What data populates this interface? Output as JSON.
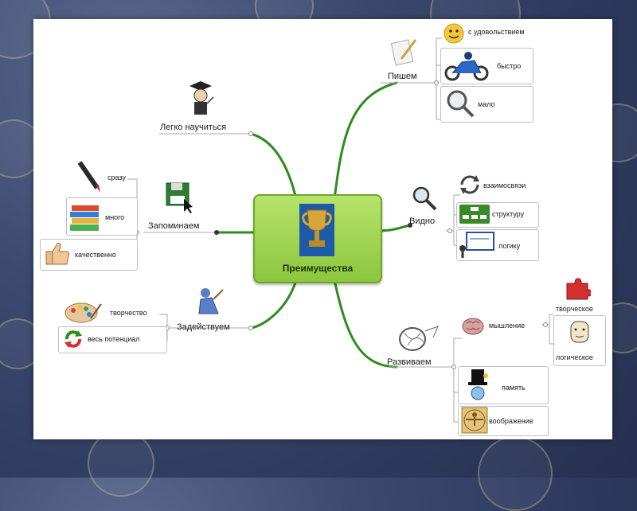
{
  "center": {
    "title": "Преимущества"
  },
  "branches": {
    "pishem": {
      "label": "Пишем",
      "items": [
        "с удовольствием",
        "быстро",
        "мало"
      ]
    },
    "vidno": {
      "label": "Видно",
      "items": [
        "взаимосвязи",
        "структуру",
        "логику"
      ]
    },
    "razvivaem": {
      "label": "Развиваем",
      "items": [
        "мышление",
        "память",
        "воображение"
      ],
      "sub": [
        "творческое",
        "логическое"
      ]
    },
    "zadeystvuem": {
      "label": "Задействуем",
      "items": [
        "творчество",
        "весь потенциал"
      ]
    },
    "zapominaem": {
      "label": "Запоминаем",
      "items": [
        "сразу",
        "много",
        "качественно"
      ]
    },
    "legko": {
      "label": "Легко научиться"
    }
  },
  "colors": {
    "branch": "#2e8b1e",
    "center": "#8dc63f",
    "connector": "#bdbdbd"
  },
  "icons": [
    "trophy-icon",
    "paper-pencil-icon",
    "smiley-icon",
    "motorcycle-icon",
    "magnifier-icon",
    "graduate-icon",
    "pen-icon",
    "books-icon",
    "thumbs-up-icon",
    "floppy-disk-icon",
    "cycle-arrows-icon",
    "org-chart-icon",
    "presentation-icon",
    "palette-icon",
    "recycle-icon",
    "painter-icon",
    "brain-icon",
    "puzzle-icon",
    "face-profile-icon",
    "magic-hat-icon",
    "vitruvian-icon",
    "sketch-icon"
  ]
}
